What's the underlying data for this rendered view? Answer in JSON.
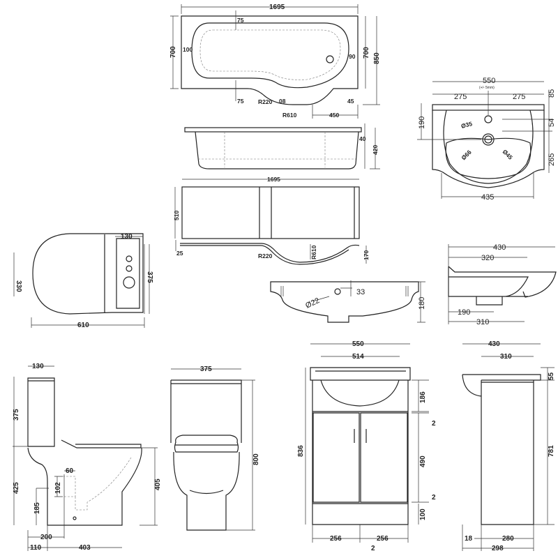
{
  "bath_plan": {
    "labels": [
      "1695",
      "75",
      "700",
      "100",
      "90",
      "700",
      "850",
      "75",
      "R220",
      "08",
      "R610",
      "450",
      "45"
    ]
  },
  "bath_side": {
    "labels": [
      "40",
      "420"
    ]
  },
  "bath_panel": {
    "labels": [
      "1695",
      "510",
      "25",
      "R220",
      "R610",
      "170"
    ]
  },
  "basin_front": {
    "labels": [
      "Ø22",
      "33",
      "180"
    ]
  },
  "basin_plan": {
    "labels": [
      "550",
      "(+/- 5mm)",
      "275",
      "275",
      "85",
      "190",
      "54",
      "265",
      "Ø35",
      "Ø66",
      "Ø45",
      "435"
    ]
  },
  "basin_side": {
    "labels": [
      "430",
      "320",
      "190",
      "310"
    ]
  },
  "toilet_plan": {
    "labels": [
      "130",
      "330",
      "375",
      "610"
    ]
  },
  "toilet_side": {
    "labels": [
      "130",
      "375",
      "425",
      "185",
      "102",
      "60",
      "405",
      "200",
      "110",
      "403"
    ]
  },
  "toilet_front": {
    "labels": [
      "375",
      "800"
    ]
  },
  "vanity_front": {
    "labels": [
      "550",
      "514",
      "186",
      "2",
      "490",
      "2",
      "100",
      "836",
      "256",
      "256",
      "2"
    ]
  },
  "vanity_side": {
    "labels": [
      "430",
      "310",
      "55",
      "781",
      "18",
      "280",
      "298"
    ]
  }
}
